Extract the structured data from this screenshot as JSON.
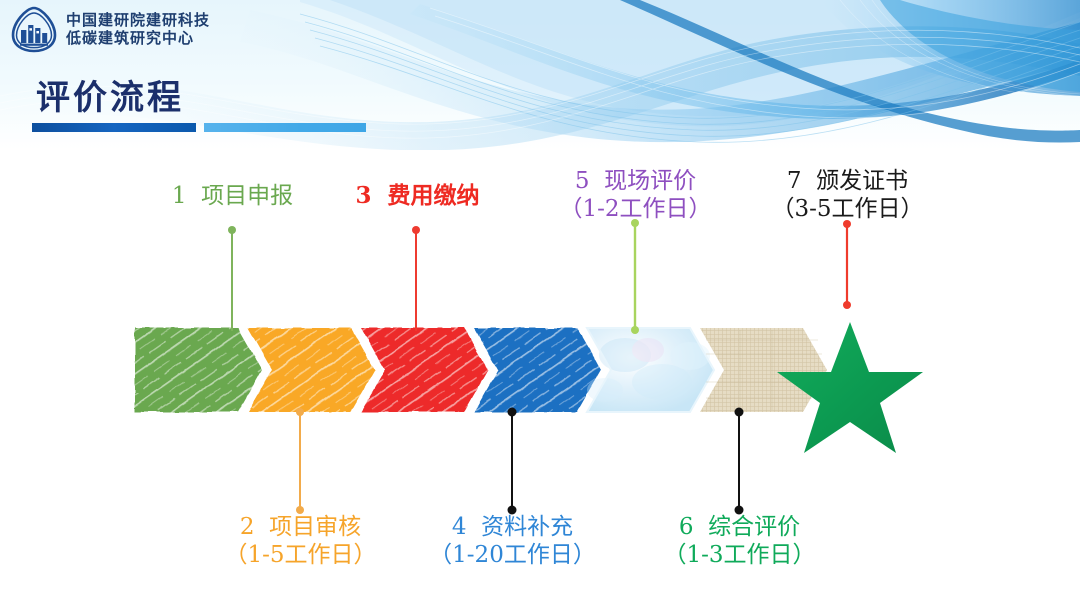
{
  "brand": {
    "line1": "中国建研院建研科技",
    "line2": "低碳建筑研究中心",
    "logo_icon": "shield-building-logo"
  },
  "header": {
    "title": "评价流程",
    "title_color": "#1b2f6b",
    "rule_dark_color": "#0d4f9e",
    "rule_light_color": "#46abe8",
    "decor_icon": "blue-wave-graphic"
  },
  "flow": {
    "steps": [
      {
        "number": "1",
        "name": "项目申报",
        "duration": "",
        "color": "#6aa84f",
        "chevron_fill": "#6aa84f",
        "connector_color": "#7fb45c",
        "position": "above"
      },
      {
        "number": "2",
        "name": "项目审核",
        "duration": "（1-5工作日）",
        "color": "#f6a42a",
        "chevron_fill": "#f9a825",
        "connector_color": "#f2ab4b",
        "position": "below"
      },
      {
        "number": "3",
        "name": "费用缴纳",
        "duration": "",
        "color": "#ee2a22",
        "chevron_fill": "#ed2b2a",
        "connector_color": "#ee3b30",
        "position": "above"
      },
      {
        "number": "4",
        "name": "资料补充",
        "duration": "（1-20工作日）",
        "color": "#2f86d6",
        "chevron_fill": "#1b6fc2",
        "connector_color": "#111111",
        "position": "below"
      },
      {
        "number": "5",
        "name": "现场评价",
        "duration": "（1-2工作日）",
        "color": "#8e4fc0",
        "chevron_fill": "#d9edf8",
        "connector_color": "#a8d45e",
        "position": "above"
      },
      {
        "number": "6",
        "name": "综合评价",
        "duration": "（1-3工作日）",
        "color": "#0faa5a",
        "chevron_fill": "#e3d7bd",
        "connector_color": "#111111",
        "position": "below"
      },
      {
        "number": "7",
        "name": "颁发证书",
        "duration": "（3-5工作日）",
        "color": "#1a1a1a",
        "chevron_fill": "#109a52",
        "connector_color": "#ef3b2c",
        "position": "above"
      }
    ],
    "end_marker_icon": "green-star",
    "end_marker_color": "#109a52"
  }
}
